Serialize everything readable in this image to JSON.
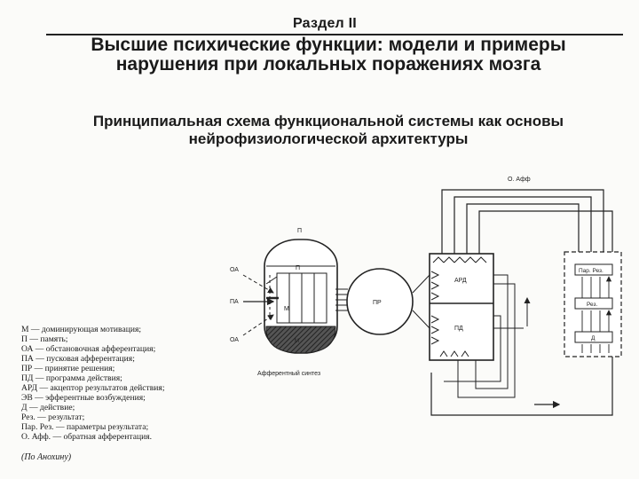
{
  "header": {
    "section": "Раздел II",
    "title_line1": "Высшие психические функции: модели и примеры",
    "title_line2": "нарушения при локальных поражениях мозга"
  },
  "subtitle": {
    "line1": "Принципиальная схема функциональной системы как основы",
    "line2": "нейрофизиологической архитектуры"
  },
  "diagram": {
    "labels": {
      "p_top": "П",
      "p_inner": "П",
      "oa_top": "ОА",
      "pa": "ПА",
      "oa_bottom": "ОА",
      "m": "М",
      "m_bottom": "М",
      "afferent_synthesis": "Афферентный синтез",
      "pr": "ПР",
      "ard": "АРД",
      "pd": "ПД",
      "o_aff": "О. Афф",
      "par_rez": "Пар. Рез.",
      "rez": "Рез.",
      "d": "Д"
    }
  },
  "legend": {
    "items": [
      "М — доминирующая мотивация;",
      "П — память;",
      "ОА — обстановочная афферентация;",
      "ПА — пусковая афферентация;",
      "ПР — принятие решения;",
      "ПД — программа действия;",
      "АРД — акцептор результатов действия;",
      "ЭВ — эфферентные возбуждения;",
      "Д — действие;",
      "Рез. — результат;",
      "Пар. Рез. — параметры результата;",
      "О. Афф. — обратная афферентация."
    ],
    "source": "(По Анохину)"
  }
}
